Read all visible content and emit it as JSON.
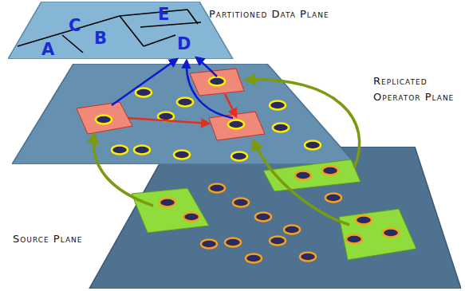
{
  "diagram": {
    "nodes": [
      {
        "text": [
          "Partitioned Data Plane"
        ]
      },
      {
        "text": [
          "Replicated Operator Plane"
        ]
      },
      {
        "text": [
          "Source Plane"
        ]
      }
    ],
    "labels": [
      "A",
      "B",
      "C",
      "D",
      "E"
    ]
  }
}
